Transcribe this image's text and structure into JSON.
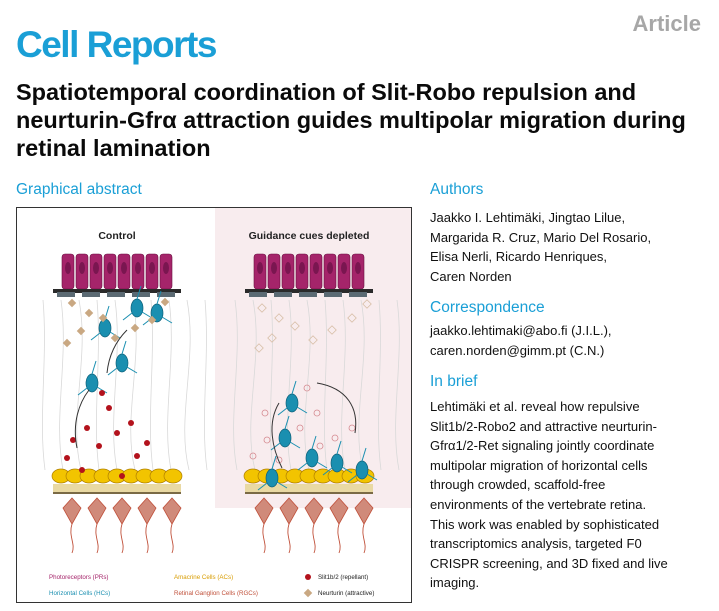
{
  "header": {
    "journal": "Cell Reports",
    "article_type": "Article"
  },
  "title": "Spatiotemporal coordination of Slit-Robo repulsion and neurturin-Gfrα attraction guides multipolar migration during retinal lamination",
  "graphical_abstract": {
    "heading": "Graphical abstract",
    "panel_left": "Control",
    "panel_right": "Guidance cues depleted",
    "legend": {
      "photoreceptors": "Photoreceptors (PRs)",
      "horizontal": "Horizontal Cells (HCs)",
      "amacrine": "Amacrine Cells (ACs)",
      "rgc": "Retinal Ganglion Cells (RGCs)",
      "slit": "Slit1b/2 (repellant)",
      "neurturin": "Neurturin (attractive)"
    },
    "colors": {
      "photoreceptors": "#a5246a",
      "horizontal": "#1a8fb0",
      "amacrine": "#e2a400",
      "rgc": "#c0503a",
      "slit": "#b3121c",
      "neurturin": "#c9a882",
      "depleted_bg": "#f8ecee"
    }
  },
  "authors": {
    "heading": "Authors",
    "names": [
      "Jaakko I. Lehtimäki, Jingtao Lilue,",
      "Margarida R. Cruz, Mario Del Rosario,",
      "Elisa Nerli, Ricardo Henriques,",
      "Caren Norden"
    ]
  },
  "correspondence": {
    "heading": "Correspondence",
    "lines": [
      "jaakko.lehtimaki@abo.fi (J.I.L.),",
      "caren.norden@gimm.pt (C.N.)"
    ]
  },
  "in_brief": {
    "heading": "In brief",
    "lines": [
      "Lehtimäki et al. reveal how repulsive",
      "Slit1b/2-Robo2 and attractive neurturin-",
      "Gfrα1/2-Ret signaling jointly coordinate",
      "multipolar migration of horizontal cells",
      "through crowded, scaffold-free",
      "environments of the vertebrate retina.",
      "This work was enabled by sophisticated",
      "transcriptomics analysis, targeted F0",
      "CRISPR screening, and 3D fixed and live",
      "imaging."
    ]
  }
}
